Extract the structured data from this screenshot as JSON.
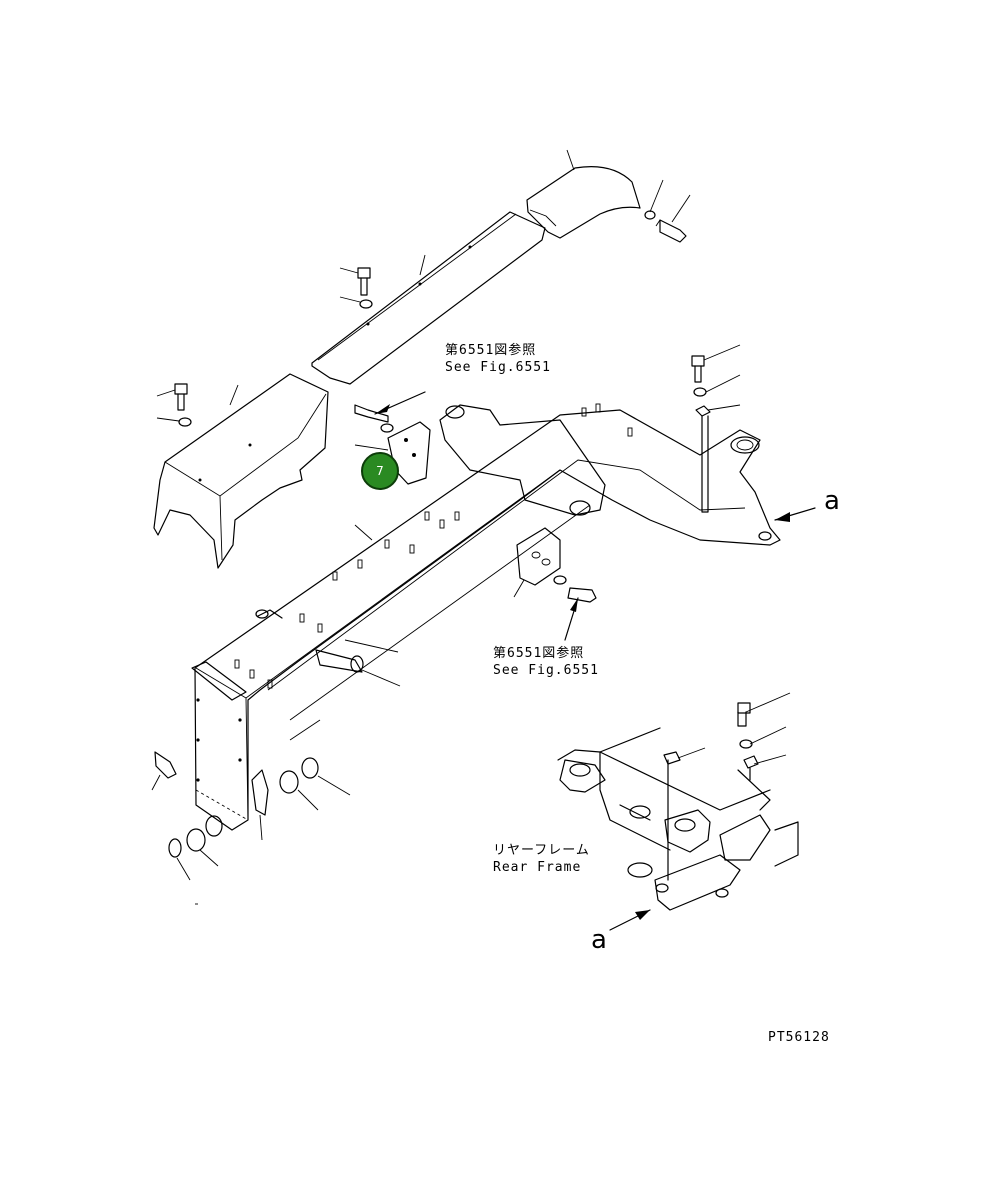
{
  "references": {
    "upper": {
      "line1": "第6551図参照",
      "line2": "See Fig.6551"
    },
    "lower": {
      "line1": "第6551図参照",
      "line2": "See Fig.6551"
    }
  },
  "rear_frame": {
    "jp": "リヤーフレーム",
    "en": "Rear Frame"
  },
  "view_marker": {
    "right": "a",
    "bottom": "a"
  },
  "callout": {
    "number": "7",
    "color": "#2a8a22"
  },
  "drawing_code": "PT56128",
  "colors": {
    "line": "#000000",
    "background": "#ffffff",
    "callout_fill": "#2a8a22"
  }
}
